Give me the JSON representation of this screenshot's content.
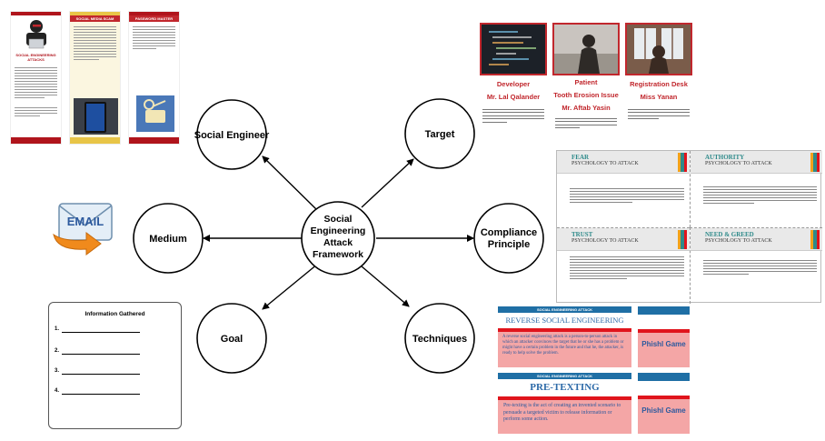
{
  "diagram": {
    "center": {
      "lines": [
        "Social",
        "Engineering",
        "Attack",
        "Framework"
      ]
    },
    "nodes": {
      "social_engineer": "Social Engineer",
      "target": "Target",
      "medium": "Medium",
      "compliance": [
        "Compliance",
        "Principle"
      ],
      "goal": "Goal",
      "techniques": "Techniques"
    }
  },
  "brochures": [
    {
      "title": "SOCIAL ENGINEERING ATTACKS",
      "accent": "#b0141c"
    },
    {
      "title": "SOCIAL MEDIA SCAM",
      "accent": "#e8c547"
    },
    {
      "title": "PASSWORD MASTER",
      "accent": "#b0141c"
    }
  ],
  "personas": [
    {
      "role_line1": "Developer",
      "role_line2": "Mr. Lal Qalander"
    },
    {
      "role_line1": "Patient",
      "role_line2": "Tooth Erosion Issue",
      "role_line3": "Mr. Aftab Yasin"
    },
    {
      "role_line1": "Registration Desk",
      "role_line2": "Miss Yanan"
    }
  ],
  "psychology": [
    {
      "title": "FEAR",
      "subtitle": "PSYCHOLOGY TO ATTACK"
    },
    {
      "title": "AUTHORITY",
      "subtitle": "PSYCHOLOGY TO ATTACK"
    },
    {
      "title": "TRUST",
      "subtitle": "PSYCHOLOGY TO ATTACK"
    },
    {
      "title": "NEED & GREED",
      "subtitle": "PSYCHOLOGY TO ATTACK"
    }
  ],
  "info_card": {
    "title": "Information Gathered",
    "items": [
      "1.",
      "2.",
      "3.",
      "4."
    ]
  },
  "email_icon": {
    "label": "EMAIL"
  },
  "game_cards": [
    {
      "band": "SOCIAL ENGINEERING ATTACK",
      "title": "REVERSE SOCIAL ENGINEERING",
      "body": "A reverse social engineering attack is a person-to-person attack in which an attacker convinces the target that he or she has a problem or might have a certain problem in the future and that he, the attacker, is ready to help solve the problem."
    },
    {
      "band": "SOCIAL ENGINEERING ATTACK",
      "title": "PRE-TEXTING",
      "body": "Pre-texting is the act of creating an invented scenario to persuade a targeted victim to release information or perform some action."
    }
  ],
  "phishl_cards": [
    {
      "label": "Phishl Game"
    },
    {
      "label": "Phishl Game"
    }
  ],
  "colors": {
    "brand_red": "#c1272d",
    "card_pink": "#f4a6a6",
    "card_blue": "#1f6fa5",
    "teal": "#2e8a8a",
    "email_orange": "#f08a1c"
  }
}
